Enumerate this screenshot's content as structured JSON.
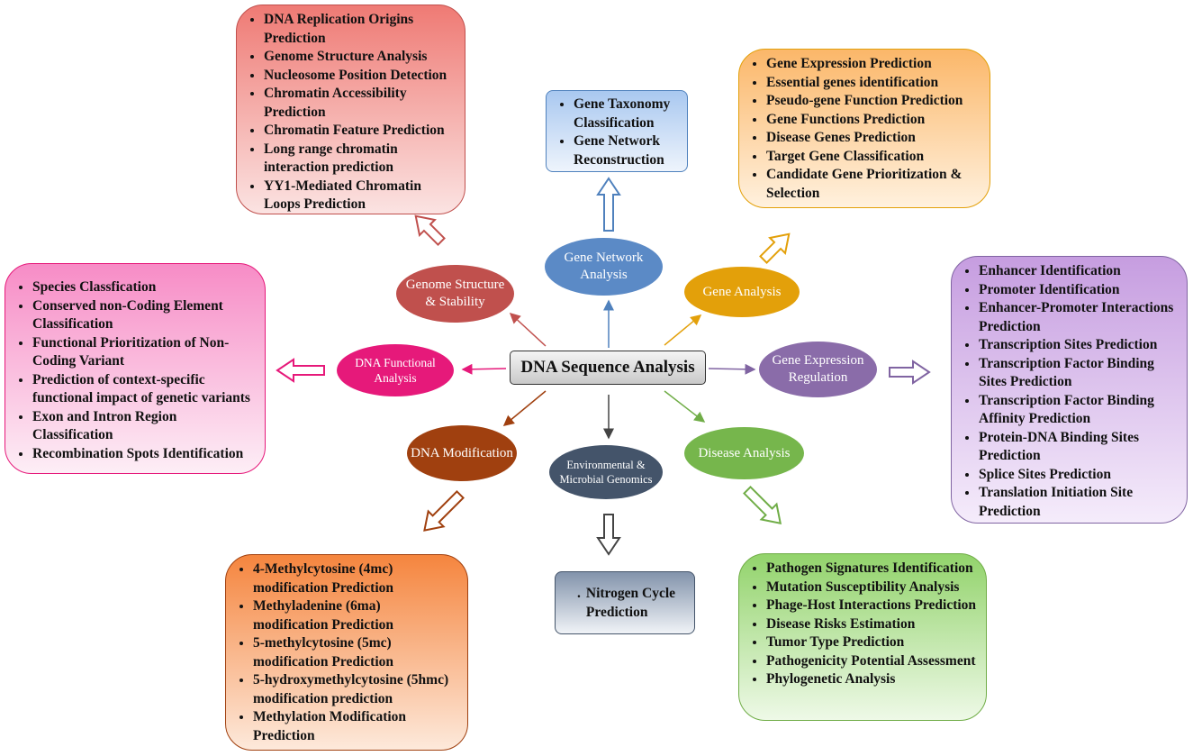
{
  "center": {
    "label": "DNA Sequence Analysis"
  },
  "categories": {
    "genome_structure": {
      "label": "Genome Structure & Stability",
      "color": "#c0504d"
    },
    "gene_network": {
      "label": "Gene Network Analysis",
      "color": "#4f81bd"
    },
    "gene_analysis": {
      "label": "Gene Analysis",
      "color": "#e3a00a"
    },
    "gene_expression": {
      "label": "Gene Expression Regulation",
      "color": "#8064a2"
    },
    "disease": {
      "label": "Disease Analysis",
      "color": "#70ad47"
    },
    "environmental": {
      "label": "Environmental & Microbial Genomics",
      "color": "#44546a"
    },
    "dna_modification": {
      "label": "DNA Modification",
      "color": "#a0400f"
    },
    "dna_functional": {
      "label": "DNA Functional Analysis",
      "color": "#e6197a"
    }
  },
  "boxes": {
    "genome_structure": {
      "items": [
        "DNA Replication Origins Prediction",
        "Genome Structure Analysis",
        "Nucleosome Position Detection",
        "Chromatin Accessibility Prediction",
        "Chromatin Feature Prediction",
        "Long range chromatin interaction prediction",
        "YY1-Mediated Chromatin Loops Prediction"
      ]
    },
    "gene_network": {
      "items": [
        "Gene Taxonomy Classification",
        "Gene Network Reconstruction"
      ]
    },
    "gene_analysis": {
      "items": [
        "Gene Expression Prediction",
        "Essential genes identification",
        "Pseudo-gene Function Prediction",
        "Gene Functions Prediction",
        "Disease Genes Prediction",
        "Target Gene Classification",
        "Candidate Gene Prioritization & Selection"
      ]
    },
    "gene_expression": {
      "items": [
        "Enhancer Identification",
        "Promoter Identification",
        "Enhancer-Promoter Interactions Prediction",
        "Transcription Sites Prediction",
        "Transcription Factor Binding Sites Prediction",
        "Transcription Factor Binding Affinity Prediction",
        "Protein-DNA Binding Sites Prediction",
        "Splice Sites Prediction",
        "Translation Initiation Site Prediction"
      ]
    },
    "disease": {
      "items": [
        "Pathogen Signatures Identification",
        "Mutation Susceptibility Analysis",
        "Phage-Host Interactions Prediction",
        "Disease Risks Estimation",
        "Tumor Type Prediction",
        "Pathogenicity Potential Assessment",
        "Phylogenetic Analysis"
      ]
    },
    "environmental": {
      "bullet": ".",
      "items": [
        "Nitrogen Cycle Prediction"
      ]
    },
    "dna_modification": {
      "items": [
        "4-Methylcytosine (4mc) modification Prediction",
        "Methyladenine (6ma) modification Prediction",
        "5-methylcytosine (5mc) modification Prediction",
        "5-hydroxymethylcytosine (5hmc) modification prediction",
        "Methylation Modification Prediction"
      ]
    },
    "dna_functional": {
      "items": [
        "Species Classfication",
        "Conserved non-Coding Element Classification",
        "Functional Prioritization of Non-Coding Variant",
        "Prediction of context-specific functional impact of genetic variants",
        "Exon and Intron Region Classification",
        "Recombination Spots Identification"
      ]
    }
  }
}
